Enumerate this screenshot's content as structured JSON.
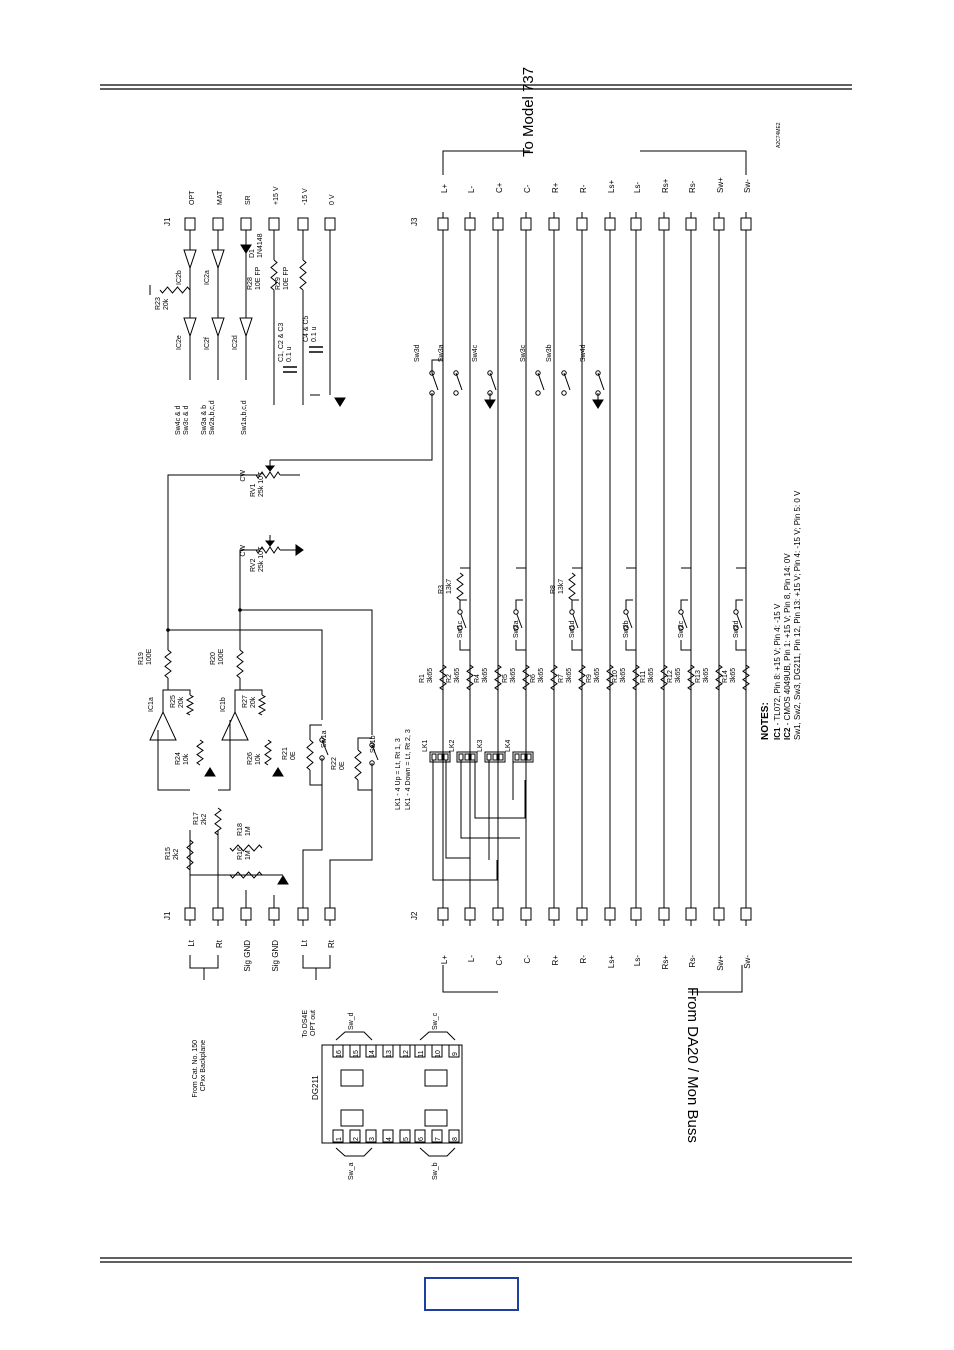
{
  "title_top": "To Model 737",
  "title_bottom": "From DA20 / Mon Buss",
  "ref": "A2C74ME2",
  "j1_left_label": "J1",
  "j1_top_label": "J1",
  "j2_label": "J2",
  "j3_label": "J3",
  "j1_top_pins": [
    "OPT",
    "MAT",
    "SR",
    "+15 V",
    "-15 V",
    "0 V"
  ],
  "j1_left_pins": [
    "Lt",
    "Rt",
    "Sig GND",
    "Sig GND",
    "Lt",
    "Rt"
  ],
  "j1_left_notes": {
    "source": "From Cat. No. 150\nCPxx Backplane",
    "dest": "To DS4E\nOPT out"
  },
  "bus_signals": [
    "L+",
    "L-",
    "C+",
    "C-",
    "R+",
    "R-",
    "Ls+",
    "Ls-",
    "Rs+",
    "Rs-",
    "Sw+",
    "Sw-"
  ],
  "resistors_bus": [
    {
      "ref": "R1",
      "val": "3k65"
    },
    {
      "ref": "R2",
      "val": "3k65"
    },
    {
      "ref": "R4",
      "val": "3k65"
    },
    {
      "ref": "R5",
      "val": "3k65"
    },
    {
      "ref": "R6",
      "val": "3k65"
    },
    {
      "ref": "R7",
      "val": "3k65"
    },
    {
      "ref": "R9",
      "val": "3k65"
    },
    {
      "ref": "R10",
      "val": "3k65"
    },
    {
      "ref": "R11",
      "val": "3k65"
    },
    {
      "ref": "R12",
      "val": "3k65"
    },
    {
      "ref": "R13",
      "val": "3k65"
    },
    {
      "ref": "R14",
      "val": "3k65"
    }
  ],
  "switches_bus": [
    "Sw1c",
    "Sw2a",
    "Sw1d",
    "Sw2b",
    "Sw2c",
    "Sw2d"
  ],
  "r3": {
    "ref": "R3",
    "val": "13k7"
  },
  "r8": {
    "ref": "R8",
    "val": "13k7"
  },
  "output_switches": [
    "Sw3d",
    "Sw3a",
    "Sw4c",
    "Sw3c",
    "Sw3b",
    "Sw4d"
  ],
  "links": [
    "LK1",
    "LK2",
    "LK3",
    "LK4"
  ],
  "link_note_1": "LK1 - 4 Up     = Lt, Rt  1, 3",
  "link_note_2": "LK1 - 4 Down = Lt, Rt  2, 3",
  "rv1": {
    "ref": "RV1",
    "val": "25k  10T",
    "cw": "CW"
  },
  "rv2": {
    "ref": "RV2",
    "val": "25k  10T",
    "cw": "CW"
  },
  "opamps": [
    "IC1a",
    "IC1b"
  ],
  "amp_resistors": [
    {
      "ref": "R19",
      "val": "100E"
    },
    {
      "ref": "R20",
      "val": "100E"
    },
    {
      "ref": "R25",
      "val": "20k"
    },
    {
      "ref": "R27",
      "val": "20k"
    },
    {
      "ref": "R24",
      "val": "10k"
    },
    {
      "ref": "R26",
      "val": "10k"
    },
    {
      "ref": "R21",
      "val": "0E"
    },
    {
      "ref": "R22",
      "val": "0E"
    },
    {
      "ref": "R17",
      "val": "2k2"
    },
    {
      "ref": "R15",
      "val": "2k2"
    },
    {
      "ref": "R18",
      "val": "1M"
    },
    {
      "ref": "R16",
      "val": "1M"
    }
  ],
  "sw1": [
    "Sw1a",
    "Sw1b"
  ],
  "inverters": [
    "IC2b",
    "IC2a",
    "IC2e",
    "IC2f",
    "IC2d"
  ],
  "inv_labels": [
    "Sw4c & d",
    "Sw3c & d",
    "Sw3a & b",
    "Sw2a,b,c,d",
    "Sw1a,b,c,d"
  ],
  "r23": {
    "ref": "R23",
    "val": "20k"
  },
  "d1": {
    "ref": "D1",
    "val": "1N4148"
  },
  "r28": {
    "ref": "R28",
    "val": "10E FP"
  },
  "r29": {
    "ref": "R29",
    "val": "10E FP"
  },
  "caps": [
    "C1, C2 & C3\n0.1 u",
    "C4 & C5\n0.1 u"
  ],
  "notes_title": "NOTES:",
  "notes": [
    {
      "bold": "IC1",
      "text": " - TL072, Pin 8: +15 V;  Pin 4: -15 V"
    },
    {
      "bold": "IC2",
      "text": " - CMOS 4049UB, Pin 1: +15 V;  Pin 8, Pin 14:  0V"
    },
    {
      "bold": "",
      "text": "Sw1, Sw2, Sw3, DG211, Pin 12, Pin 13: +15 V; Pin 4: -15 V; Pin 5: 0 V"
    }
  ],
  "dg211": {
    "label": "DG211",
    "pins_bottom": [
      "1",
      "2",
      "3",
      "4",
      "5",
      "6",
      "7",
      "8"
    ],
    "pins_top": [
      "16",
      "15",
      "14",
      "13",
      "12",
      "11",
      "10",
      "9"
    ],
    "sw_labels": [
      "Sw_d",
      "Sw_c",
      "Sw_a",
      "Sw_b"
    ]
  }
}
